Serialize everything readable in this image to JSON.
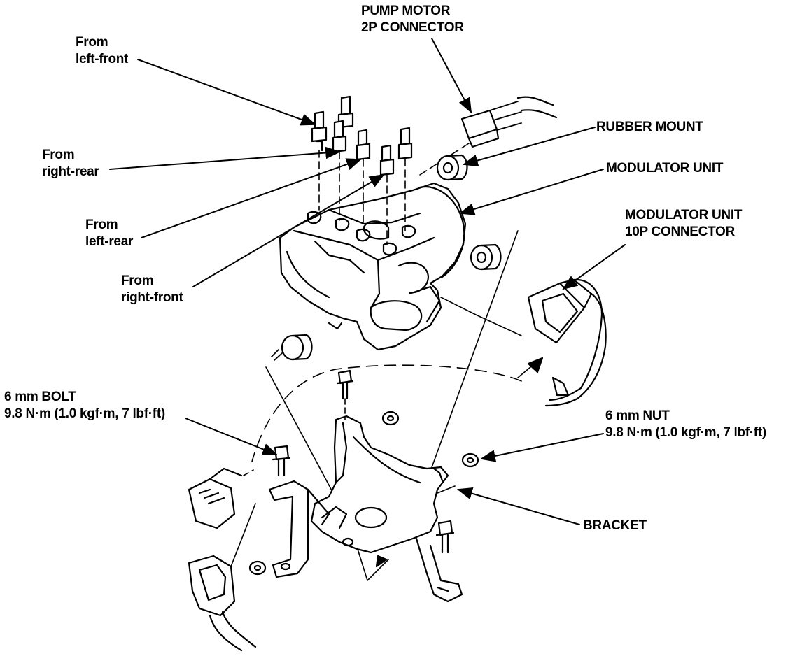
{
  "labels": {
    "pump_motor": {
      "line1": "PUMP MOTOR",
      "line2": "2P CONNECTOR"
    },
    "from_left_front": {
      "line1": "From",
      "line2": "left-front"
    },
    "rubber_mount": {
      "line1": "RUBBER MOUNT"
    },
    "from_right_rear": {
      "line1": "From",
      "line2": "right-rear"
    },
    "modulator_unit": {
      "line1": "MODULATOR UNIT"
    },
    "modulator_connector": {
      "line1": "MODULATOR UNIT",
      "line2": "10P CONNECTOR"
    },
    "from_left_rear": {
      "line1": "From",
      "line2": "left-rear"
    },
    "from_right_front": {
      "line1": "From",
      "line2": "right-front"
    },
    "bolt": {
      "line1": "6 mm BOLT",
      "line2": "9.8 N·m (1.0 kgf·m, 7 lbf·ft)"
    },
    "nut": {
      "line1": "6 mm NUT",
      "line2": "9.8 N·m (1.0 kgf·m, 7 lbf·ft)"
    },
    "bracket": {
      "line1": "BRACKET"
    }
  },
  "colors": {
    "ink": "#000000",
    "paper": "#ffffff"
  }
}
